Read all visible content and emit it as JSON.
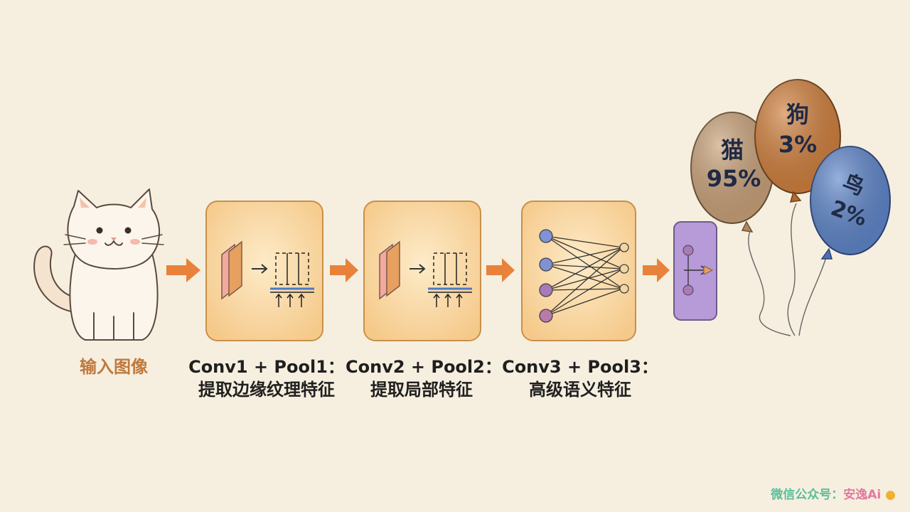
{
  "input_label": "输入图像",
  "stages": [
    {
      "line1": "Conv1 + Pool1：",
      "line2": "提取边缘纹理特征"
    },
    {
      "line1": "Conv2 + Pool2：",
      "line2": "提取局部特征"
    },
    {
      "line1": "Conv3 + Pool3：",
      "line2": "高级语义特征"
    }
  ],
  "balloons": [
    {
      "label": "猫",
      "percent": "95%",
      "value": 95,
      "color": "#c9a27a"
    },
    {
      "label": "狗",
      "percent": "3%",
      "value": 3,
      "color": "#d0803e"
    },
    {
      "label": "鸟",
      "percent": "2%",
      "value": 2,
      "color": "#5f86c9"
    }
  ],
  "watermark": {
    "prefix": "微信公众号：",
    "name": "安逸Ai"
  },
  "colors": {
    "background": "#f6efdf",
    "box_fill": "#f8d7a0",
    "box_border": "#c8904a",
    "arrow": "#e8823a",
    "fc_fill": "#b79ad8",
    "node_blue": "#7f92d6",
    "node_purple": "#a87ab8",
    "node_gold": "#f3d6a0"
  }
}
